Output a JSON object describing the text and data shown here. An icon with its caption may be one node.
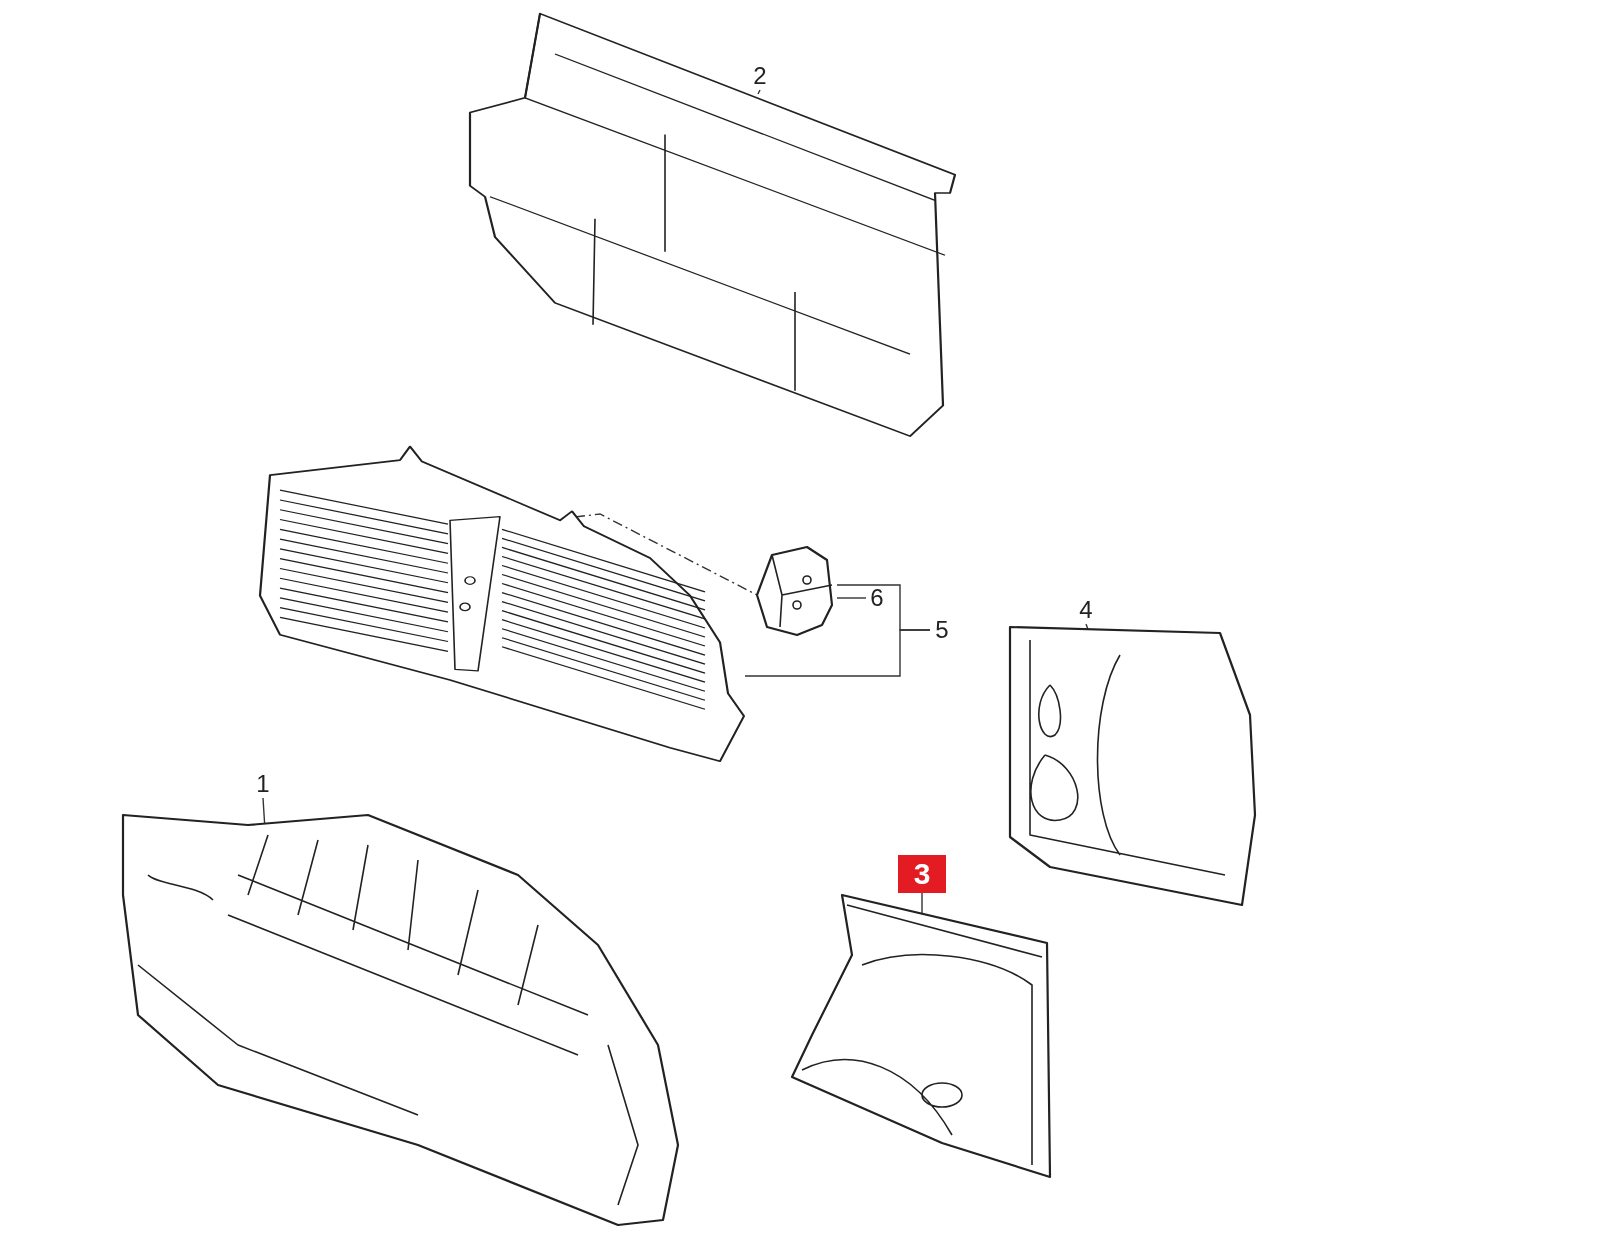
{
  "diagram": {
    "nodes": [
      {
        "text": [
          "2"
        ]
      },
      {
        "text": [],
        "shape": "picture"
      },
      {
        "text": [
          "6"
        ]
      },
      {
        "text": [],
        "shape": "picture"
      },
      {
        "text": [
          "5"
        ]
      },
      {
        "text": [],
        "shape": "picture"
      },
      {
        "text": [
          "4"
        ]
      },
      {
        "text": [],
        "shape": "picture"
      },
      {
        "text": [
          "1"
        ]
      },
      {
        "text": [],
        "shape": "picture"
      },
      {
        "text": [
          "3"
        ]
      },
      {
        "text": [],
        "shape": "picture"
      }
    ],
    "edges": [
      {
        "from": 0,
        "to": 1,
        "arrow": "none"
      },
      {
        "from": 2,
        "to": 3,
        "arrow": "none"
      },
      {
        "from": 4,
        "to": 5,
        "arrow": "none"
      },
      {
        "from": 4,
        "to": 3,
        "arrow": "none"
      },
      {
        "from": 6,
        "to": 7,
        "arrow": "none"
      },
      {
        "from": 8,
        "to": 9,
        "arrow": "none"
      },
      {
        "from": 10,
        "to": 11,
        "arrow": "none"
      },
      {
        "from": 5,
        "to": 3,
        "arrow": "none",
        "style": "dashed"
      }
    ]
  }
}
